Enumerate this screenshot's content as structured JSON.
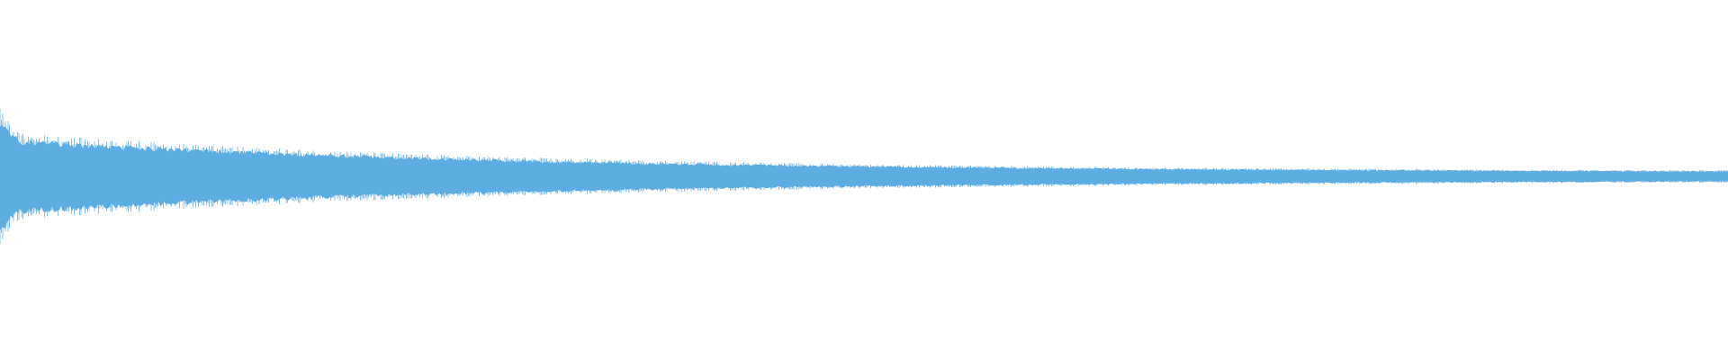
{
  "waveform": {
    "color": "#5dade2",
    "background": "#ffffff",
    "envelope": {
      "attack_peak": 0.82,
      "early_level": 0.48,
      "mid_level": 0.2,
      "end_level": 0.06,
      "decay_shape": "exponential"
    }
  }
}
